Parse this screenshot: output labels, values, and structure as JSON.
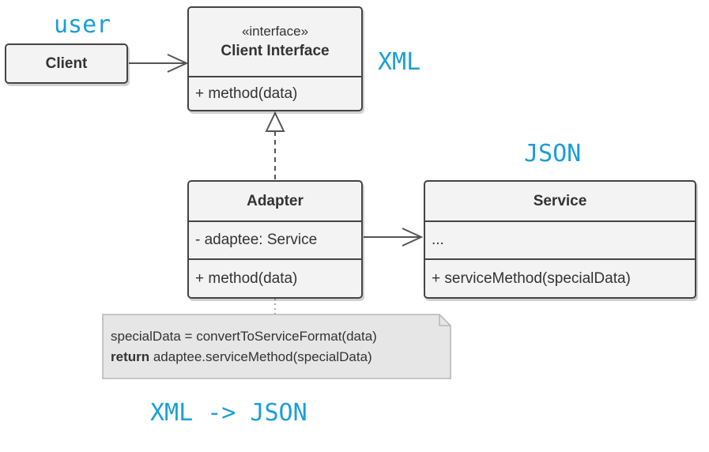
{
  "annotations": {
    "user": "user",
    "xml": "XML",
    "json": "JSON",
    "xml_to_json": "XML -> JSON"
  },
  "classes": {
    "client": {
      "name": "Client"
    },
    "client_interface": {
      "stereotype": "«interface»",
      "name": "Client Interface",
      "methods": [
        "+ method(data)"
      ]
    },
    "adapter": {
      "name": "Adapter",
      "fields": [
        "- adaptee: Service"
      ],
      "methods": [
        "+ method(data)"
      ]
    },
    "service": {
      "name": "Service",
      "fields": [
        "..."
      ],
      "methods": [
        "+ serviceMethod(specialData)"
      ]
    }
  },
  "note": {
    "line1": "specialData = convertToServiceFormat(data)",
    "line2_keyword": "return",
    "line2_rest": " adaptee.serviceMethod(specialData)"
  },
  "colors": {
    "annotation": "#1a9fd6",
    "box_fill": "#f3f3f3",
    "box_border": "#444444",
    "note_fill": "#e6e6e6"
  }
}
